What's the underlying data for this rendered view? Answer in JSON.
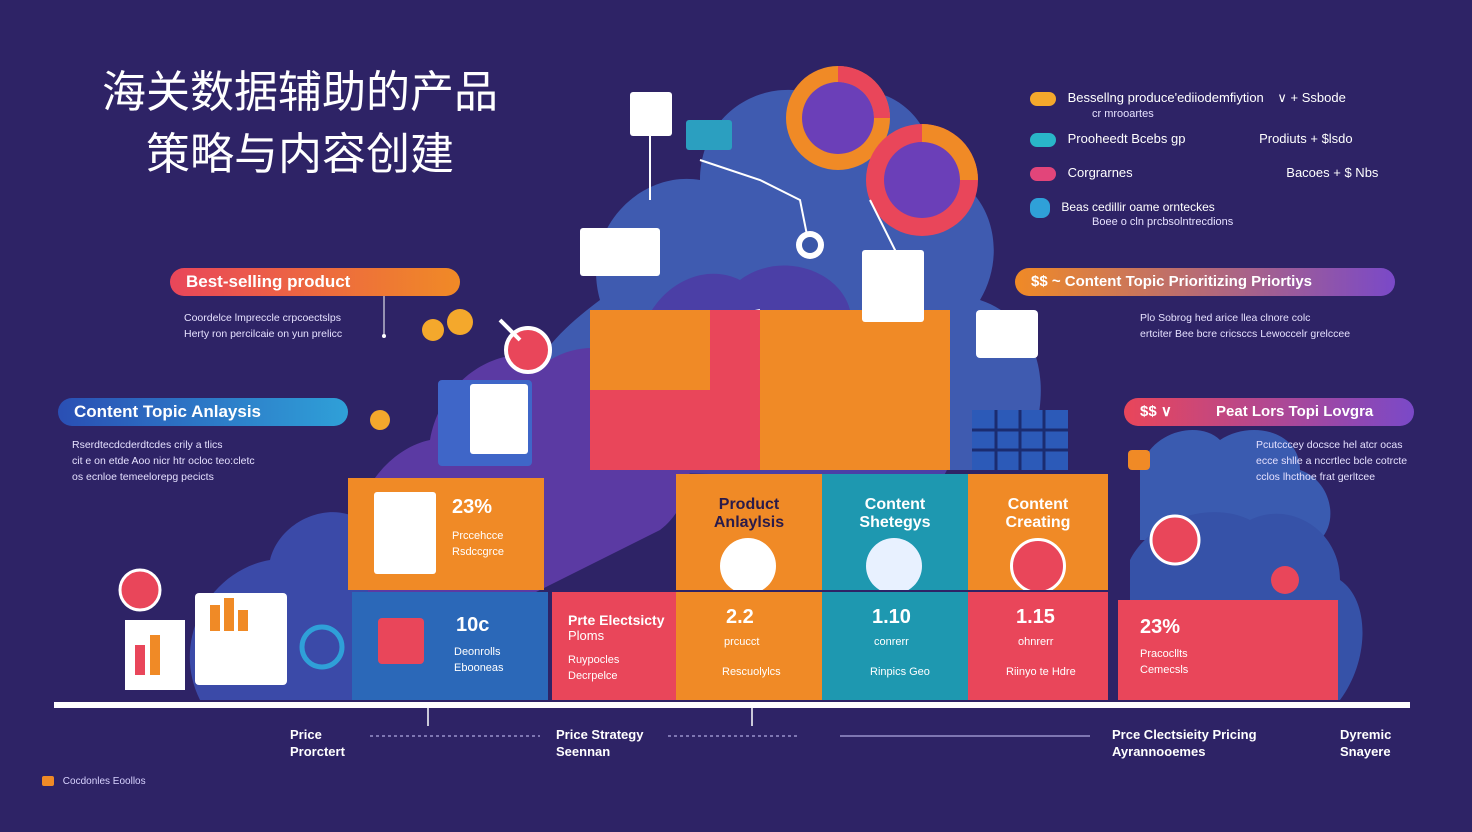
{
  "title_line1": "海关数据辅助的产品",
  "title_line2": "策略与内容创建",
  "callouts": {
    "best_selling": {
      "label": "Best-selling product",
      "desc1": "Coordelce lmpreccle crpcoectslps",
      "desc2": "Herty ron percilcaie on yun prelicc"
    },
    "content_topic": {
      "label": "Content Topic Anlaysis",
      "desc1": "Rserdtecdcderdtcdes crily a tlics",
      "desc2": "cit e on etde Aoo nicr htr ocloc teo:cletc",
      "desc3": "os ecnloe temeelorepg pecicts"
    },
    "priority": {
      "label": "$$ ~ Content Topic Prioritizing Priortiys",
      "desc1": "Plo Sobrog hed arice llea clnore colc",
      "desc2": "ertciter Bee bcre cricsccs Lewoccelr grelccee"
    },
    "right_lower": {
      "label_left": "$$ ∨",
      "label_right": "Peat Lors Topi Lovgra",
      "desc1": "Pcutcccey docsce hel atcr ocas",
      "desc2": "ecce shlle a nccrtlec bcle cotrcte",
      "desc3": "cclos lhcthoe frat gerltcee"
    }
  },
  "legend": [
    {
      "text": "Bessellng produce'ediiodemfiytion",
      "sub": "cr mrooartes",
      "right": "∨  +    Ssbode",
      "color": "#f4a82c"
    },
    {
      "text": "Prooheedt Bcebs  gp",
      "right": "Prodiuts  +   $lsdo",
      "color": "#29b6c8"
    },
    {
      "text": "Corgrarnes",
      "right": "Bacoes  +    $ Nbs",
      "color": "#e2457a"
    },
    {
      "text": "Beas cedillir oame ornteckes",
      "sub": "Boee o cln prcbsolntrecdions",
      "right": "",
      "color": "#2fa0d8"
    }
  ],
  "steps": [
    {
      "title": "",
      "num": "23%",
      "t1": "Prccehcce",
      "t2": "Rsdccgrce"
    },
    {
      "title": "Product Anlaylsis",
      "num": "2.2",
      "sub": "prcucct",
      "foot": "Rescuolylcs"
    },
    {
      "title": "Content Shetegys",
      "num": "1.10",
      "sub": "conrerr",
      "foot": "Rinpics Geo"
    },
    {
      "title": "Content Creating",
      "num": "1.15",
      "sub": "ohnrerr",
      "foot": "Riinyo te Hdre"
    }
  ],
  "lower_cells": {
    "c1": {
      "num": "10c",
      "t1": "Deonrolls",
      "t2": "Ebooneas"
    },
    "c2": {
      "title1": "Prte Electsicty",
      "title2": "Ploms",
      "t1": "Ruypocles",
      "t2": "Decrpelce"
    },
    "c3": {
      "num": "23%",
      "t1": "Pracocllts",
      "t2": "Cemecsls"
    }
  },
  "axis": [
    {
      "l1": "Price",
      "l2": "Prorctert"
    },
    {
      "l1": "Price Strategy",
      "l2": "Seennan"
    },
    {
      "l1": "Prce Clectsieity Pricing",
      "l2": "Ayrannooemes"
    },
    {
      "l1": "Dyremic",
      "l2": "Snayere"
    }
  ],
  "footer": "Cocdonles Eoollos",
  "colors": {
    "bg": "#2e2366",
    "orange": "#f08a26",
    "teal": "#1e98b0",
    "red": "#e9465a",
    "pink": "#d63b7c",
    "purple": "#6b3fb8",
    "navy": "#3a57a8"
  }
}
